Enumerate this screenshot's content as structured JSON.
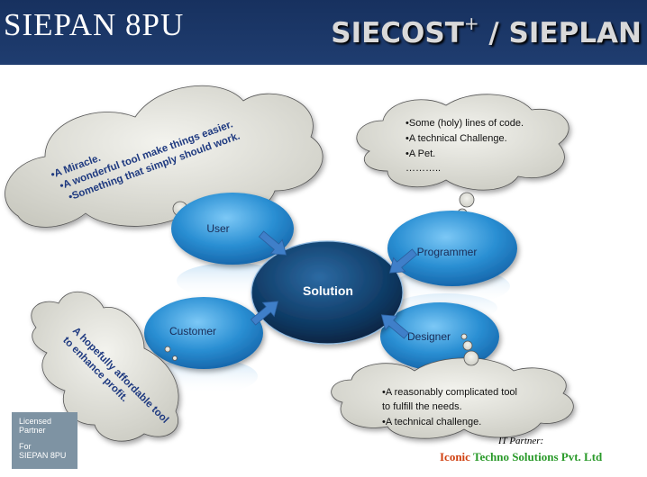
{
  "header": {
    "left_title": "SIEPAN 8PU",
    "right_title": "SIECOST",
    "right_sup": "+",
    "right_tail": " / SIEPLAN"
  },
  "nodes": {
    "center": "Solution",
    "user": "User",
    "programmer": "Programmer",
    "customer": "Customer",
    "designer": "Designer"
  },
  "clouds": {
    "user": [
      "•A Miracle.",
      "•A wonderful tool make things easier.",
      "•Something that simply should work."
    ],
    "programmer": [
      "•Some (holy) lines of code.",
      "•A technical Challenge.",
      "•A Pet.",
      "……….."
    ],
    "customer": [
      "A hopefully affordable tool",
      "to enhance profit."
    ],
    "designer": [
      "•A reasonably complicated tool",
      "to fulfill the needs.",
      "•A technical challenge."
    ]
  },
  "badge": [
    "Licensed",
    "Partner",
    "",
    "For",
    "SIEPAN 8PU"
  ],
  "partner": {
    "label": "IT Partner:",
    "name_1": "Iconic",
    "name_2": " Techno Solutions Pvt. Ltd"
  },
  "colors": {
    "header": "#1f3d70",
    "center_node": "#0d3760",
    "outer_node": "#2a8fd3",
    "cloud": "#dbdbd3",
    "arrow": "#3f7fc9"
  }
}
